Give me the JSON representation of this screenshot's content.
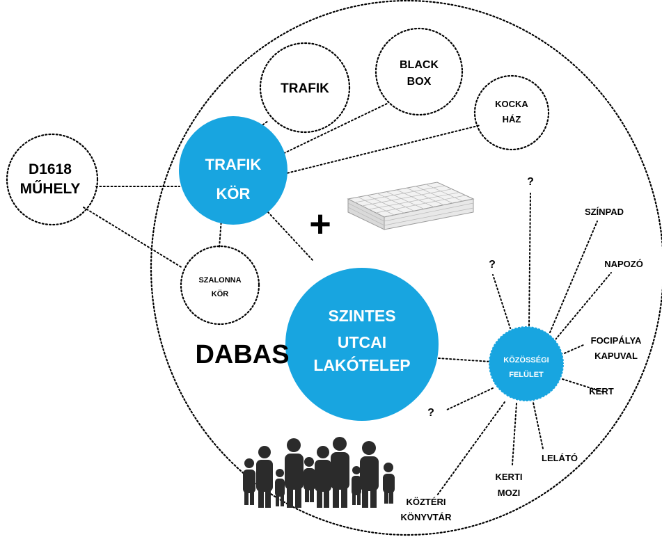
{
  "labels": {
    "trafik_kor_1": "TRAFIK",
    "trafik_kor_2": "KÖR",
    "szintes_1": "SZINTES",
    "szintes_2": "UTCAI",
    "szintes_3": "LAKÓTELEP",
    "kozossegi_1": "KÖZÖSSÉGI",
    "kozossegi_2": "FELÜLET",
    "trafik": "TRAFIK",
    "black_box_1": "BLACK",
    "black_box_2": "BOX",
    "kocka_haz_1": "KOCKA",
    "kocka_haz_2": "HÁZ",
    "d1618_1": "D1618",
    "d1618_2": "MŰHELY",
    "szalonna_1": "SZALONNA",
    "szalonna_2": "KÖR",
    "plus": "+",
    "dabas": "DABAS",
    "q1": "?",
    "q2": "?",
    "q3": "?",
    "szinpad": "SZÍNPAD",
    "napozo": "NAPOZÓ",
    "focipalya_1": "FOCIPÁLYA",
    "focipalya_2": "KAPUVAL",
    "kert": "KERT",
    "lelato": "LELÁTÓ",
    "kerti_mozi_1": "KERTI",
    "kerti_mozi_2": "MOZI",
    "kozteri_1": "KÖZTÉRI",
    "kozteri_2": "KÖNYVTÁR"
  },
  "colors": {
    "accent_blue": "#18a5e0",
    "text": "#000000",
    "silhouette": "#2b2b2b"
  },
  "icons": [
    "building-block-icon",
    "family-silhouette-icon"
  ]
}
